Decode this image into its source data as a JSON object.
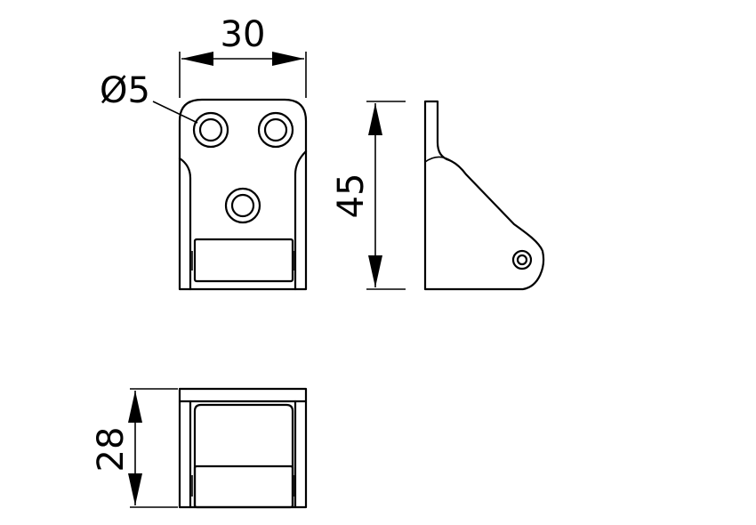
{
  "dimensions": {
    "width_label": "30",
    "hole_label": "Ø5",
    "height_label": "45",
    "depth_label": "28"
  },
  "colors": {
    "line": "#000000",
    "background": "#ffffff"
  }
}
